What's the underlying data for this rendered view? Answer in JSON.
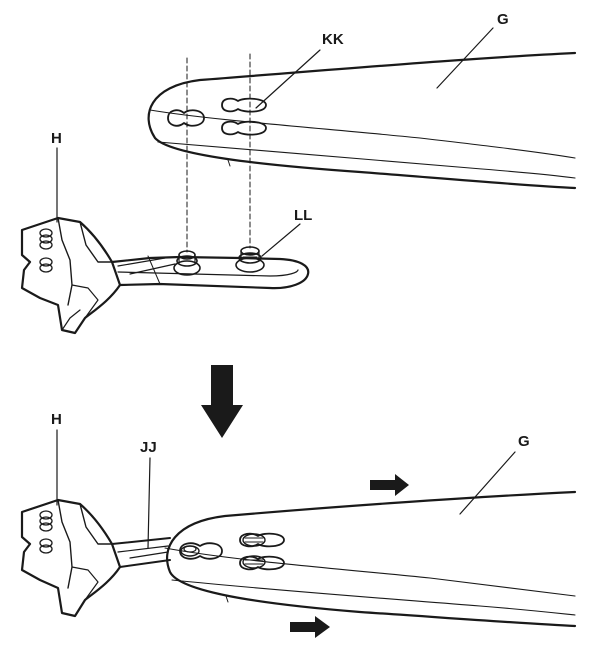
{
  "labels": {
    "top_bar": "G",
    "top_holes": "KK",
    "top_head": "H",
    "top_bolts": "LL",
    "bottom_head": "H",
    "bottom_bracket": "JJ",
    "bottom_bar": "G"
  },
  "icons": {
    "down_arrow": "down-arrow-icon",
    "right_arrow": "right-arrow-icon"
  },
  "colors": {
    "ink": "#1a1a1a",
    "paper": "#ffffff"
  }
}
